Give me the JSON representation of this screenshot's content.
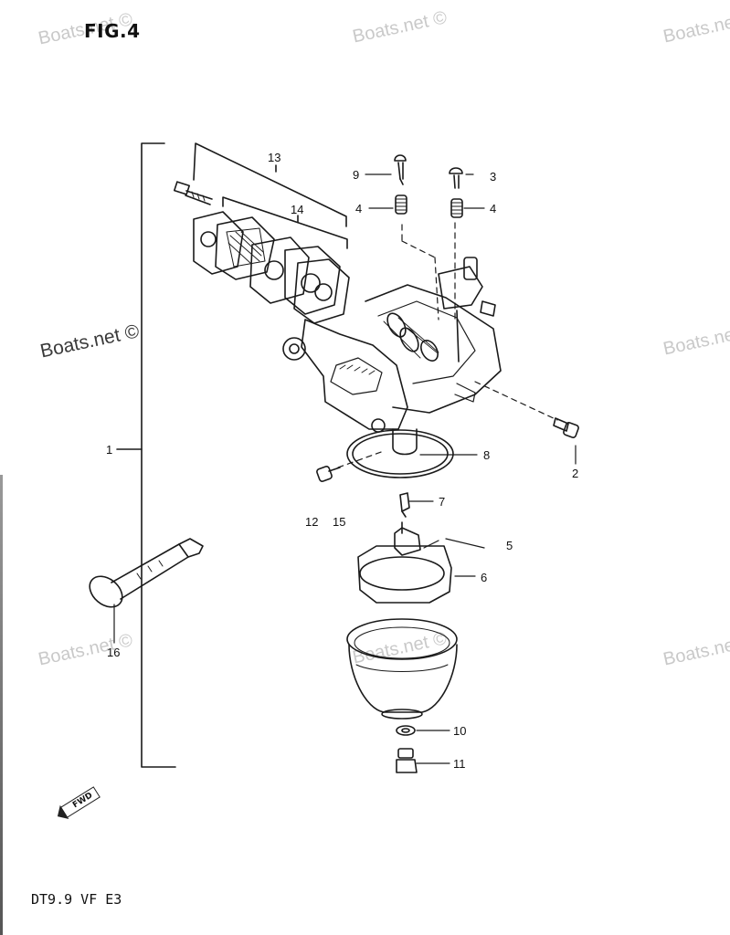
{
  "figure": {
    "title": "FIG.4",
    "model_code": "DT9.9 VF E3"
  },
  "watermark": {
    "text": "Boats.net ©",
    "text_short": "Boats.net"
  },
  "fwd_label": "FWD",
  "callouts": [
    {
      "id": "c1",
      "text": "1"
    },
    {
      "id": "c2",
      "text": "2"
    },
    {
      "id": "c3",
      "text": "3"
    },
    {
      "id": "c4a",
      "text": "4"
    },
    {
      "id": "c4b",
      "text": "4"
    },
    {
      "id": "c5",
      "text": "5"
    },
    {
      "id": "c6",
      "text": "6"
    },
    {
      "id": "c7",
      "text": "7"
    },
    {
      "id": "c8",
      "text": "8"
    },
    {
      "id": "c9",
      "text": "9"
    },
    {
      "id": "c10",
      "text": "10"
    },
    {
      "id": "c11",
      "text": "11"
    },
    {
      "id": "c12",
      "text": "12"
    },
    {
      "id": "c13",
      "text": "13"
    },
    {
      "id": "c14",
      "text": "14"
    },
    {
      "id": "c15",
      "text": "15"
    },
    {
      "id": "c16",
      "text": "16"
    }
  ]
}
